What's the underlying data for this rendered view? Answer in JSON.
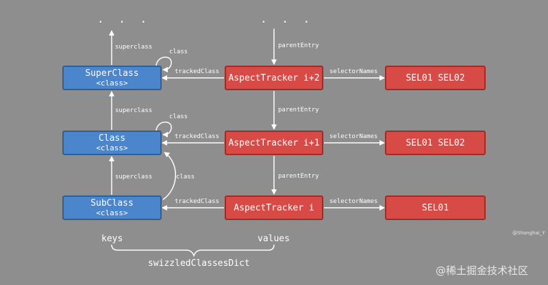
{
  "diagram": {
    "boxes": {
      "superclass": {
        "title": "SuperClass",
        "subtitle": "<class>"
      },
      "class": {
        "title": "Class",
        "subtitle": "<class>"
      },
      "subclass": {
        "title": "SubClass",
        "subtitle": "<class>"
      },
      "tracker_i2": {
        "title": "AspectTracker i+2"
      },
      "tracker_i1": {
        "title": "AspectTracker i+1"
      },
      "tracker_i": {
        "title": "AspectTracker i"
      },
      "selectors_i2": {
        "title": "SEL01 SEL02"
      },
      "selectors_i1": {
        "title": "SEL01 SEL02"
      },
      "selectors_i": {
        "title": "SEL01"
      }
    },
    "labels": {
      "superclass": "superclass",
      "class": "class",
      "tracked_class": "trackedClass",
      "selector_names": "selectorNames",
      "parent_entry": "parentEntry"
    },
    "ellipsis": ". . .",
    "keys": "keys",
    "values": "values",
    "dict_name": "swizzledClassesDict"
  },
  "watermark": {
    "main": "@稀土掘金技术社区",
    "small": "@Shanghai_Y"
  }
}
